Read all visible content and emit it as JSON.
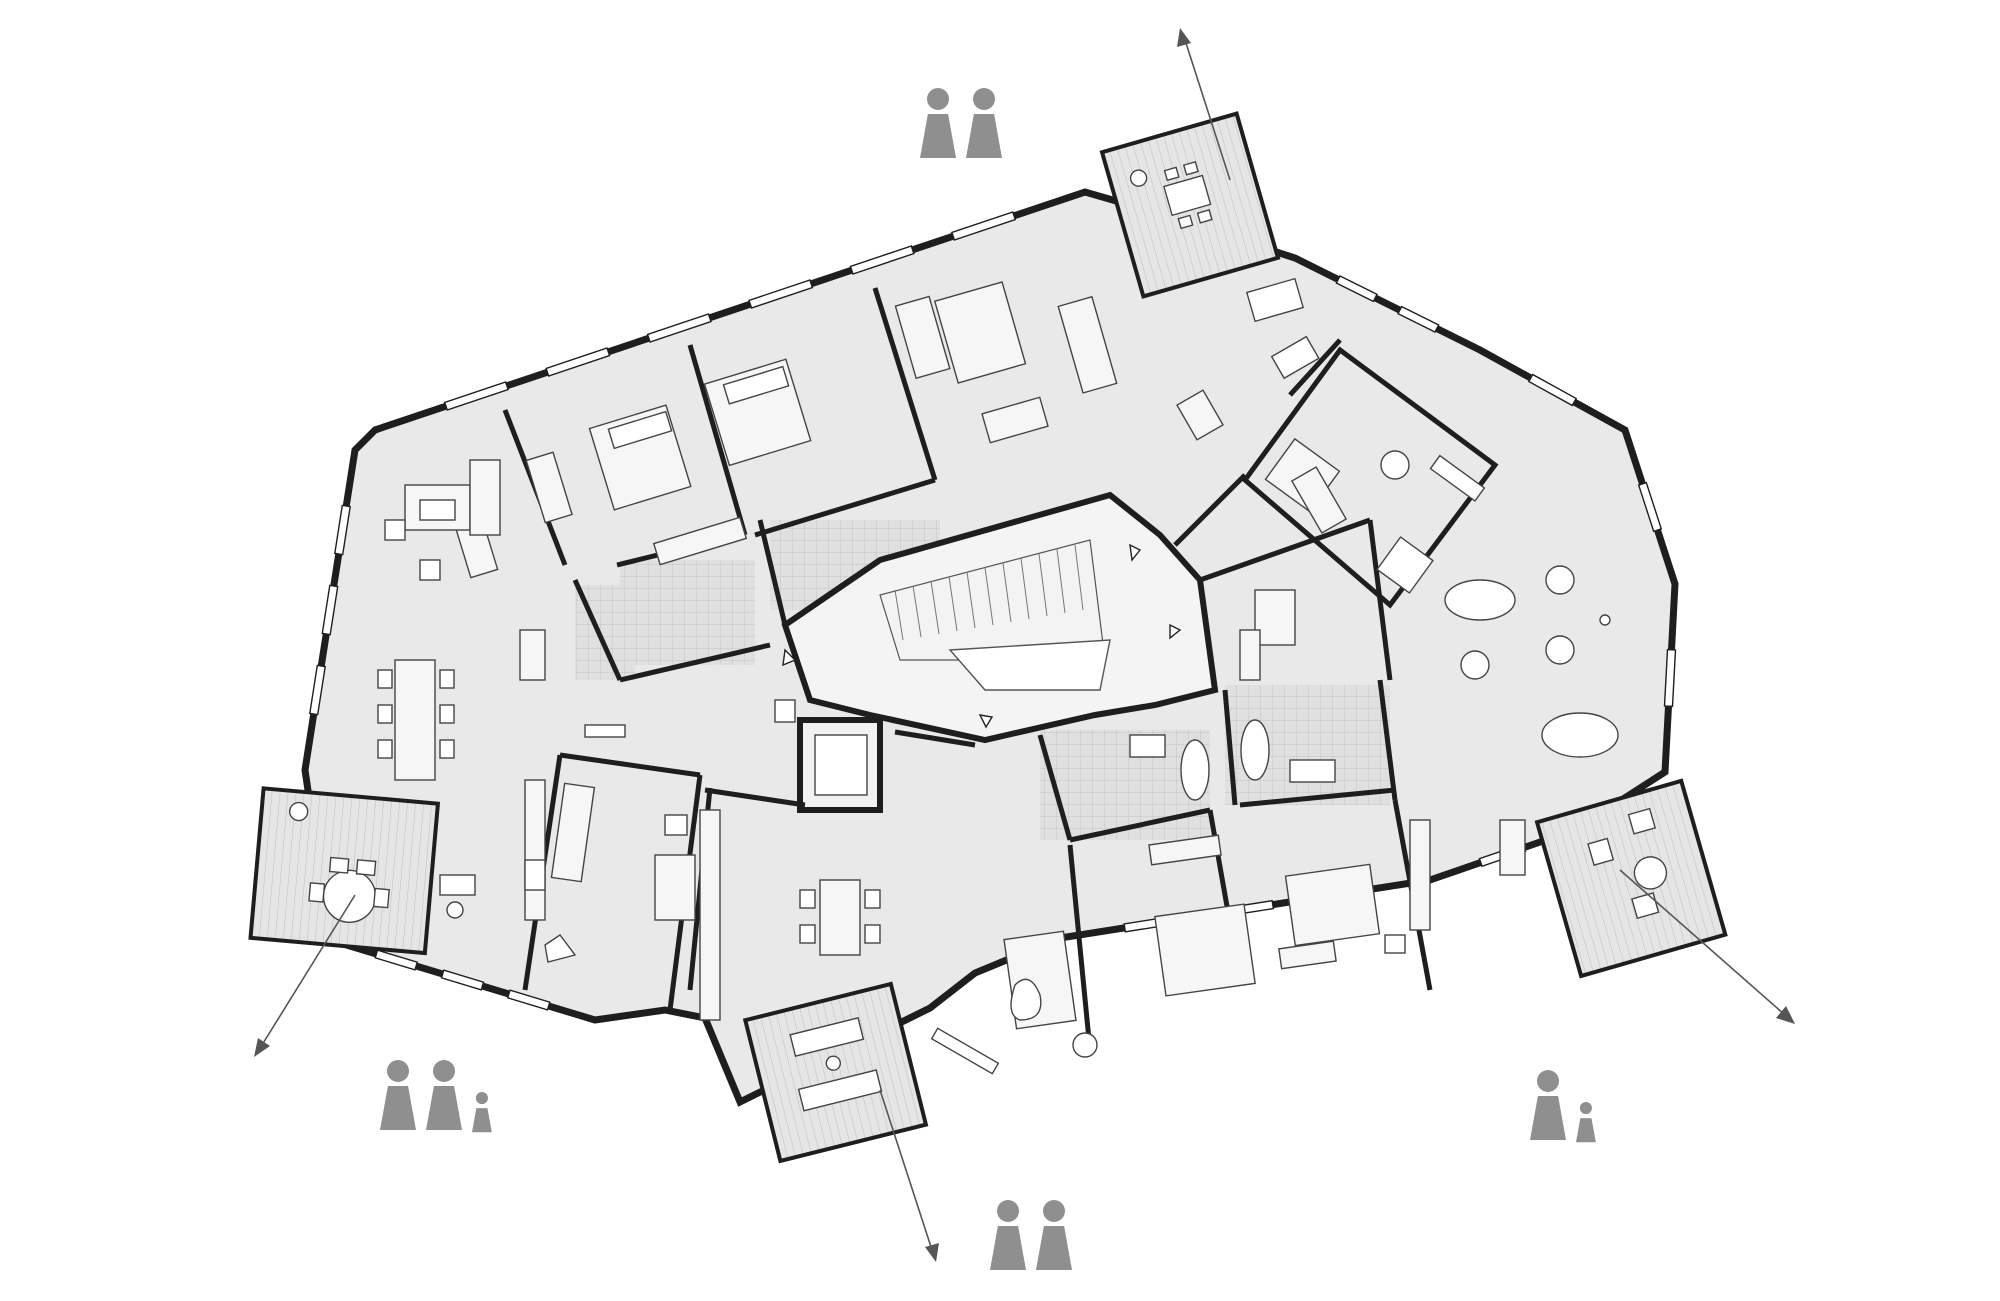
{
  "title": "",
  "colors": {
    "wall": "#1e1e1e",
    "floor": "#e9e9e9",
    "balcony": "#e3e3e3",
    "wet_room": "#e0e0e0",
    "furniture": "#f6f6f6",
    "occupancy_icon": "#8f8f8f"
  },
  "units": [
    {
      "id": "unit-west",
      "occupancy": {
        "adults": 2,
        "children": 1
      }
    },
    {
      "id": "unit-south",
      "occupancy": {
        "adults": 2,
        "children": 0
      }
    },
    {
      "id": "unit-east",
      "occupancy": {
        "adults": 1,
        "children": 1
      }
    },
    {
      "id": "unit-north",
      "occupancy": {
        "adults": 2,
        "children": 0
      }
    }
  ],
  "icons": [
    "adult-figure-icon",
    "child-figure-icon",
    "direction-arrow-icon",
    "stair-direction-marker-icon"
  ]
}
